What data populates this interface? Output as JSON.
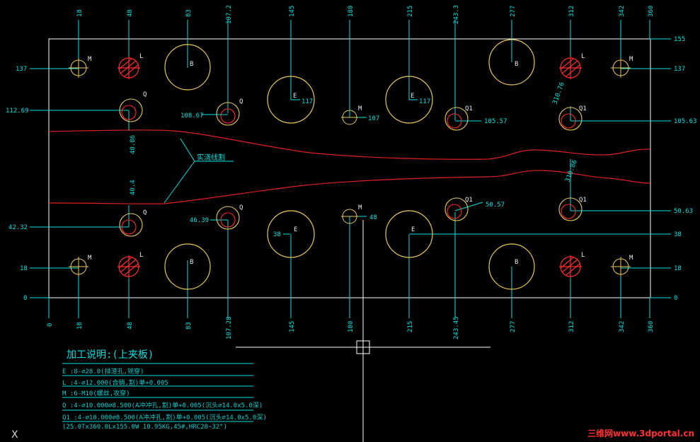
{
  "top_dims": [
    "18",
    "48",
    "83",
    "107.2",
    "145",
    "180",
    "215",
    "243.3",
    "277",
    "312",
    "342",
    "360"
  ],
  "bottom_dims": [
    "0",
    "18",
    "48",
    "83",
    "107.28",
    "145",
    "180",
    "215",
    "243.45",
    "277",
    "312",
    "342",
    "360"
  ],
  "left_dims": [
    "137",
    "112.69",
    "108.67",
    "42.32",
    "46.39",
    "18",
    "0"
  ],
  "right_dims": [
    "155",
    "137",
    "105.57",
    "105.63",
    "50.57",
    "50.63",
    "38",
    "18",
    "0"
  ],
  "extra_dims": {
    "e_top": "117",
    "e_top2": "117",
    "m_mid": "107",
    "m_low": "48",
    "e_low": "38",
    "v_left_upper": "40.86",
    "v_left_lower": "40.4",
    "v_right_upper": "310.76",
    "v_right_lower": "310.86"
  },
  "hole_labels": {
    "m": "M",
    "l": "L",
    "b": "B",
    "e": "E",
    "q": "Q",
    "q1": "Q1"
  },
  "callout": "实浇线割",
  "notes": {
    "title": "加工说明:(上夹板)",
    "lines": [
      "E  :8-⌀28.0(排渣孔,铣穿)",
      "L  :4-⌀12.000(合销,割)单+0.005",
      "M  :6-M10(螺丝,攻穿)",
      "Q  :4-⌀10.000⌀8.500(A冲冲孔,割)单+0.005(沉头⌀14.0x5.0深)",
      "Q1 :4-⌀10.000⌀8.500(A冲冲孔,割)单+0.005(沉头⌀14.0x5.0深)",
      "(25.0Tx360.0Lx155.0W 10.95KG,45#,HRC28~32°)"
    ]
  },
  "watermark": "三维网www.3dportal.cn",
  "ucs_label": "X",
  "colors": {
    "background": "#000000",
    "outline": "#ffffff",
    "dimension": "#00e0e0",
    "hole_yellow": "#e8c85a",
    "hole_red": "#ff2a2a",
    "profile": "#e02020"
  }
}
